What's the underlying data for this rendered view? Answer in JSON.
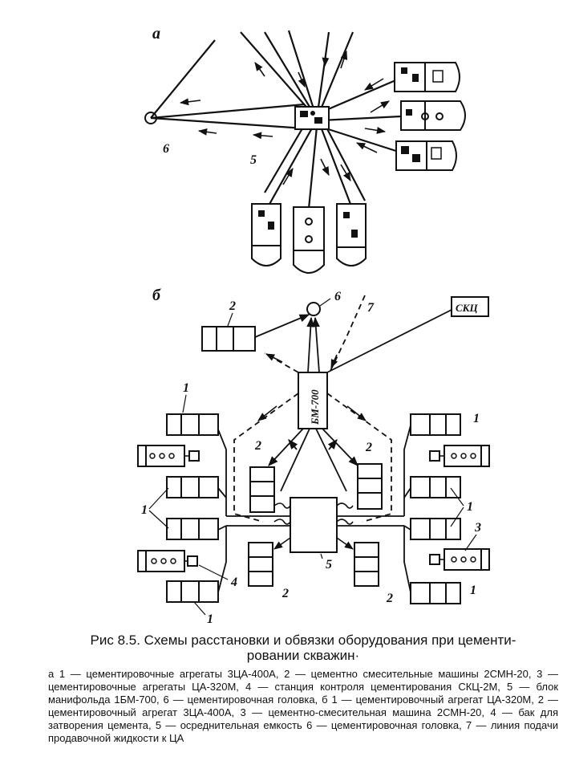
{
  "panels": {
    "a": {
      "letter": "а",
      "labels": {
        "head": "6",
        "manifold": "5"
      }
    },
    "b": {
      "letter": "б",
      "head_label": "6",
      "line_label": "7",
      "skc_label": "СКЦ",
      "bm_label": "БМ-700",
      "tank_label": "5",
      "left_labels": {
        "one_top": "1",
        "one_mid": "1",
        "one_bot": "1",
        "two_top": "2",
        "two_inner_top": "2",
        "two_inner_bot": "2",
        "four": "4"
      },
      "right_labels": {
        "one_top": "1",
        "one_mid": "1",
        "one_bot": "1",
        "two_inner_top": "2",
        "two_inner_bot": "2",
        "three": "3"
      }
    }
  },
  "caption": {
    "title": "Рис  8.5. Схемы расстановки  и обвязки оборудования при цементи-\nровании скважин·",
    "body": "а  1 — цементировочные агрегаты 3ЦА-400А,  2 — цементно смесительные машины 2СМН-20, 3 — цементировочные агрегаты ЦА-320М, 4 — станция контроля цементирования СКЦ-2М, 5 — блок манифольда 1БМ-700, 6 — цементировочная головка, б 1 — цементировочный агрегат ЦА-320М, 2 — цементировочный агрегат 3ЦА-400А, 3 — цементно-смесительная машина 2СМН-20, 4 — бак для затворения цемента, 5 — осреднительная емкость 6 — цементировочная головка, 7 — линия подачи продавочной жидкости к ЦА"
  }
}
